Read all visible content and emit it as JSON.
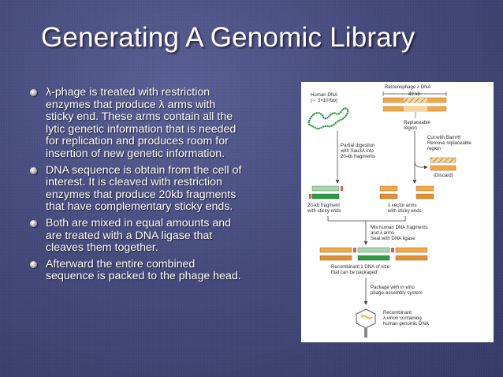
{
  "slide": {
    "title": "Generating A Genomic Library",
    "bullets": [
      "λ-phage is treated with restriction enzymes that produce λ arms with sticky end.  These arms contain all the lytic genetic information that is needed for replication and produces room for insertion of new genetic information.",
      "DNA sequence is obtain from the cell of interest.  It is cleaved with restriction enzymes that produce 20kb fragments that have complementary sticky ends.",
      "Both are mixed in equal amounts and are treated with a DNA ligase that cleaves them together.",
      "Afterward the entire combined sequence is packed to the phage head."
    ]
  },
  "figure": {
    "labels": {
      "bacteriophage": "Bacteriophage λ DNA",
      "kb49": "49 kb",
      "human_dna_1": "Human DNA",
      "human_dna_2": "(∼ 3×10⁹bp)",
      "replaceable_1": "Replaceable",
      "replaceable_2": "region",
      "cut_1": "Cut with BamHI",
      "cut_2": "Remove replaceable",
      "cut_3": "region",
      "partial_1": "Partial digestion",
      "partial_2": "with Sau3A into",
      "partial_3": "20-kb fragments",
      "discard": "(Discard)",
      "frag_1": "20-kb fragment",
      "frag_2": "with sticky ends",
      "arms_1": "λ vector arms",
      "arms_2": "with sticky ends",
      "mix_1": "Mix human DNA fragments",
      "mix_2": "and λ arms",
      "mix_3": "Seal with DNA ligase",
      "recomb_1": "Recombinant λ DNA of size",
      "recomb_2": "that can be packaged",
      "package_1": "Package with in vitro",
      "package_2": "phage-assembly system",
      "virion_1": "Recombinant",
      "virion_2": "λ virion containing",
      "virion_3": "human genomic DNA"
    },
    "colors": {
      "phage_arm": "#f2a84a",
      "replaceable": "#f7d79b",
      "human_dna": "#2f9a45",
      "fragment": "#a9d8ae",
      "sticky_end": "#e05a5a",
      "arrow": "#444444"
    }
  }
}
